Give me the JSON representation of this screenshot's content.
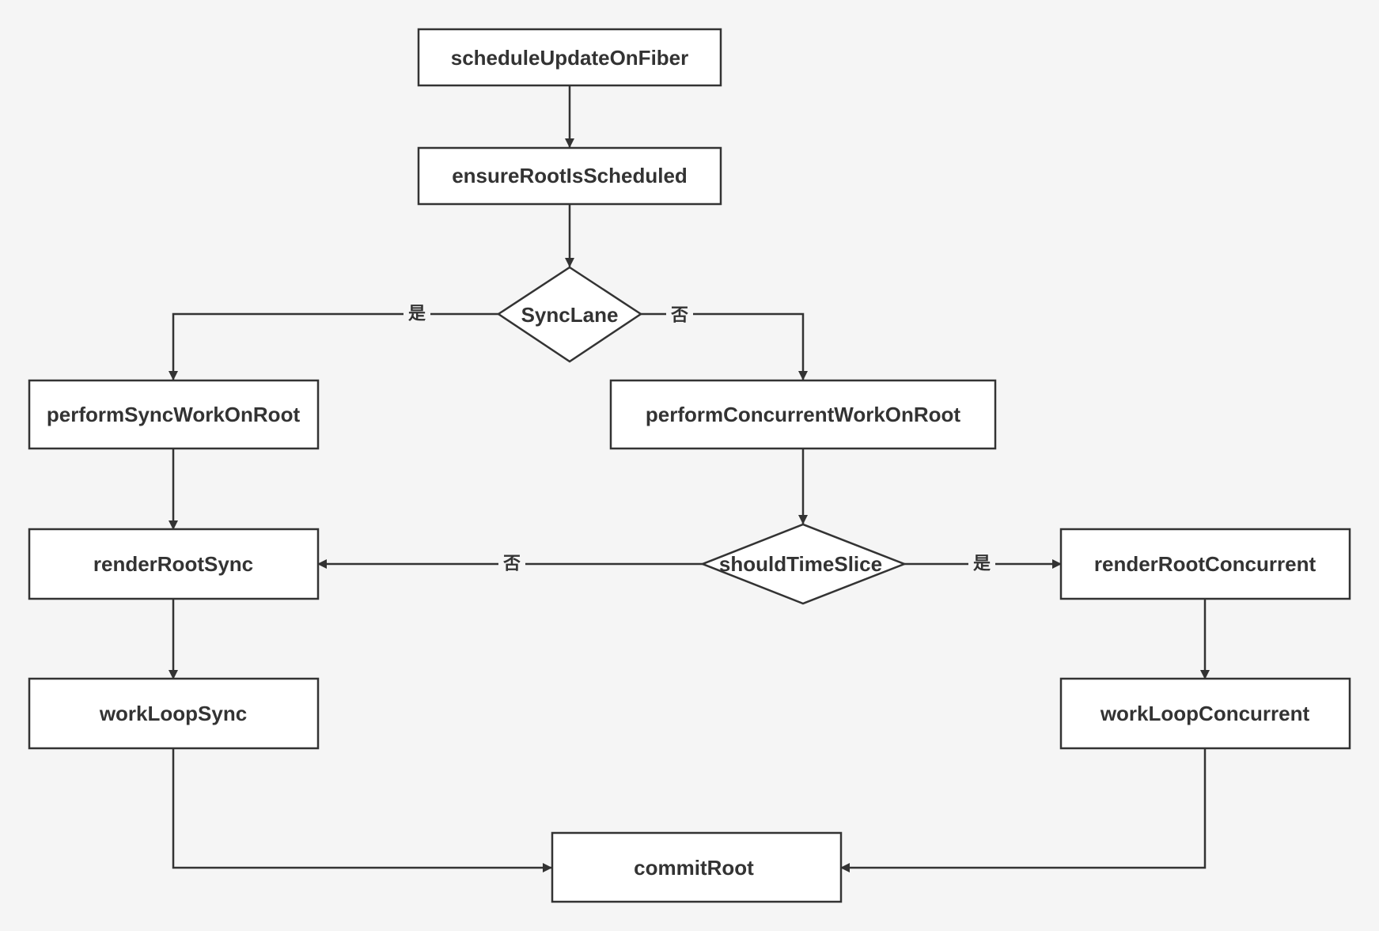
{
  "nodes": {
    "schedule_update": "scheduleUpdateOnFiber",
    "ensure_root": "ensureRootIsScheduled",
    "sync_lane": "SyncLane",
    "perform_sync": "performSyncWorkOnRoot",
    "perform_concurrent": "performConcurrentWorkOnRoot",
    "render_root_sync": "renderRootSync",
    "should_time_slice": "shouldTimeSlice",
    "render_root_concurrent": "renderRootConcurrent",
    "work_loop_sync": "workLoopSync",
    "work_loop_concurrent": "workLoopConcurrent",
    "commit_root": "commitRoot"
  },
  "edge_labels": {
    "sync_lane_yes": "是",
    "sync_lane_no": "否",
    "time_slice_no": "否",
    "time_slice_yes": "是"
  }
}
